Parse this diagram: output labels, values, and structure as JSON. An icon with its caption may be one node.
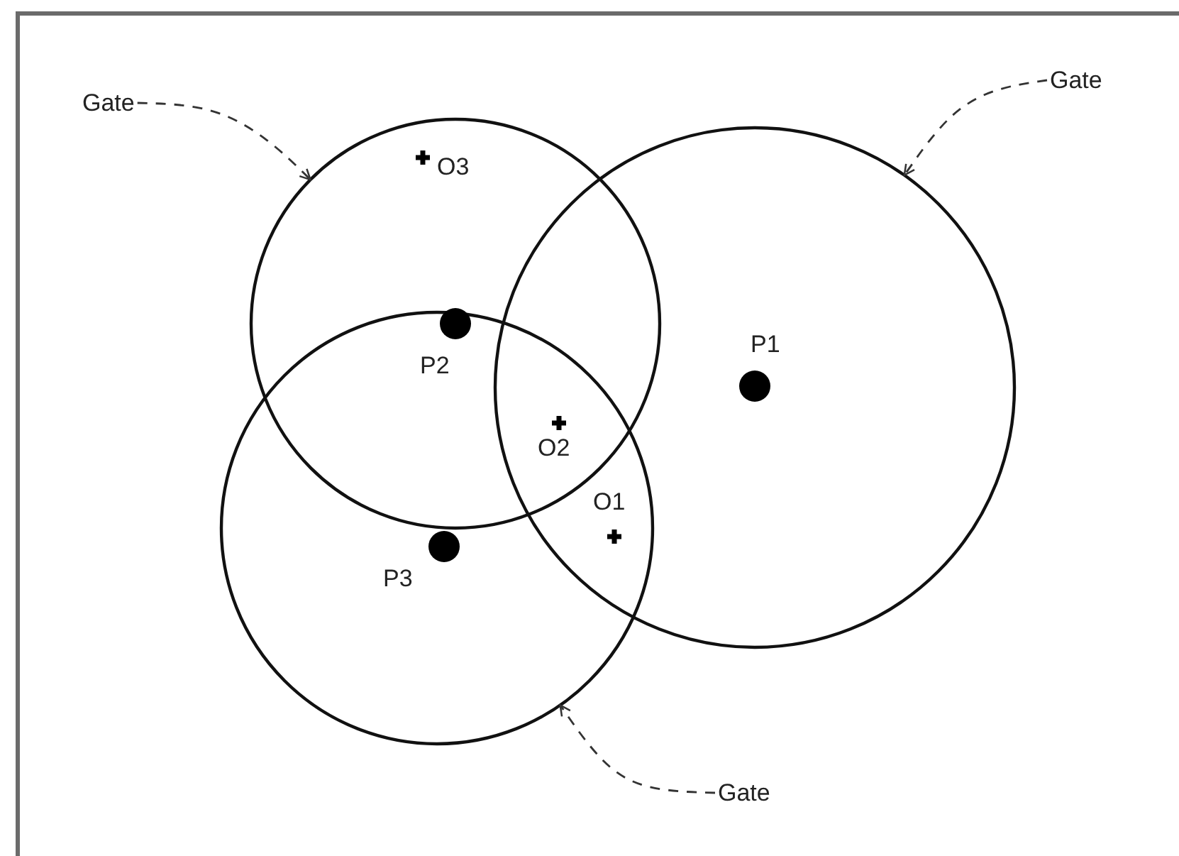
{
  "diagram": {
    "nodes": [
      {
        "text": [
          "Gate"
        ]
      },
      {
        "text": [
          "Gate"
        ]
      },
      {
        "text": [],
        "shape": "circle"
      },
      {
        "text": [],
        "shape": "circle"
      },
      {
        "text": [],
        "shape": "circle"
      },
      {
        "text": [
          "Gate"
        ]
      }
    ],
    "edges": [
      {
        "from": 0,
        "to": 2,
        "arrow": "to",
        "style": "dashed"
      },
      {
        "from": 1,
        "to": 3,
        "arrow": "to",
        "style": "dashed"
      },
      {
        "from": 5,
        "to": 4,
        "arrow": "to",
        "style": "dashed"
      }
    ],
    "labels": [
      "O3",
      "P2",
      "P1",
      "O2",
      "O1",
      "P3"
    ]
  }
}
